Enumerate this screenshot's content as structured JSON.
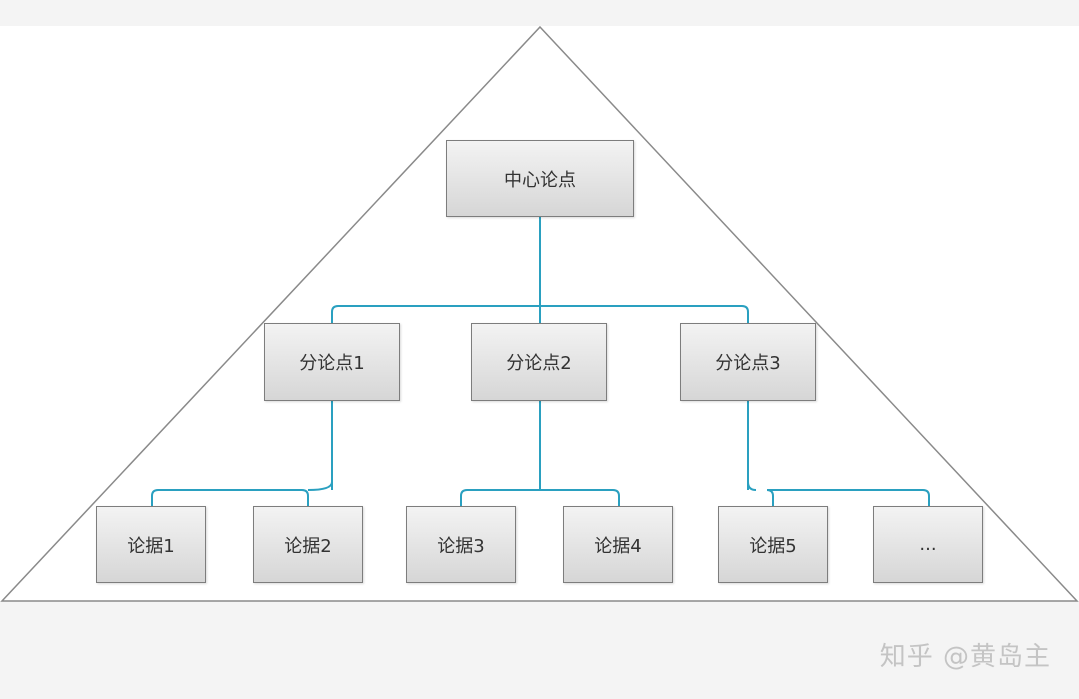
{
  "diagram": {
    "central": "中心论点",
    "sub_points": [
      "分论点1",
      "分论点2",
      "分论点3"
    ],
    "evidence": [
      "论据1",
      "论据2",
      "论据3",
      "论据4",
      "论据5",
      "..."
    ],
    "connector_color": "#2aa0c0"
  },
  "watermark": "知乎 @黄岛主"
}
